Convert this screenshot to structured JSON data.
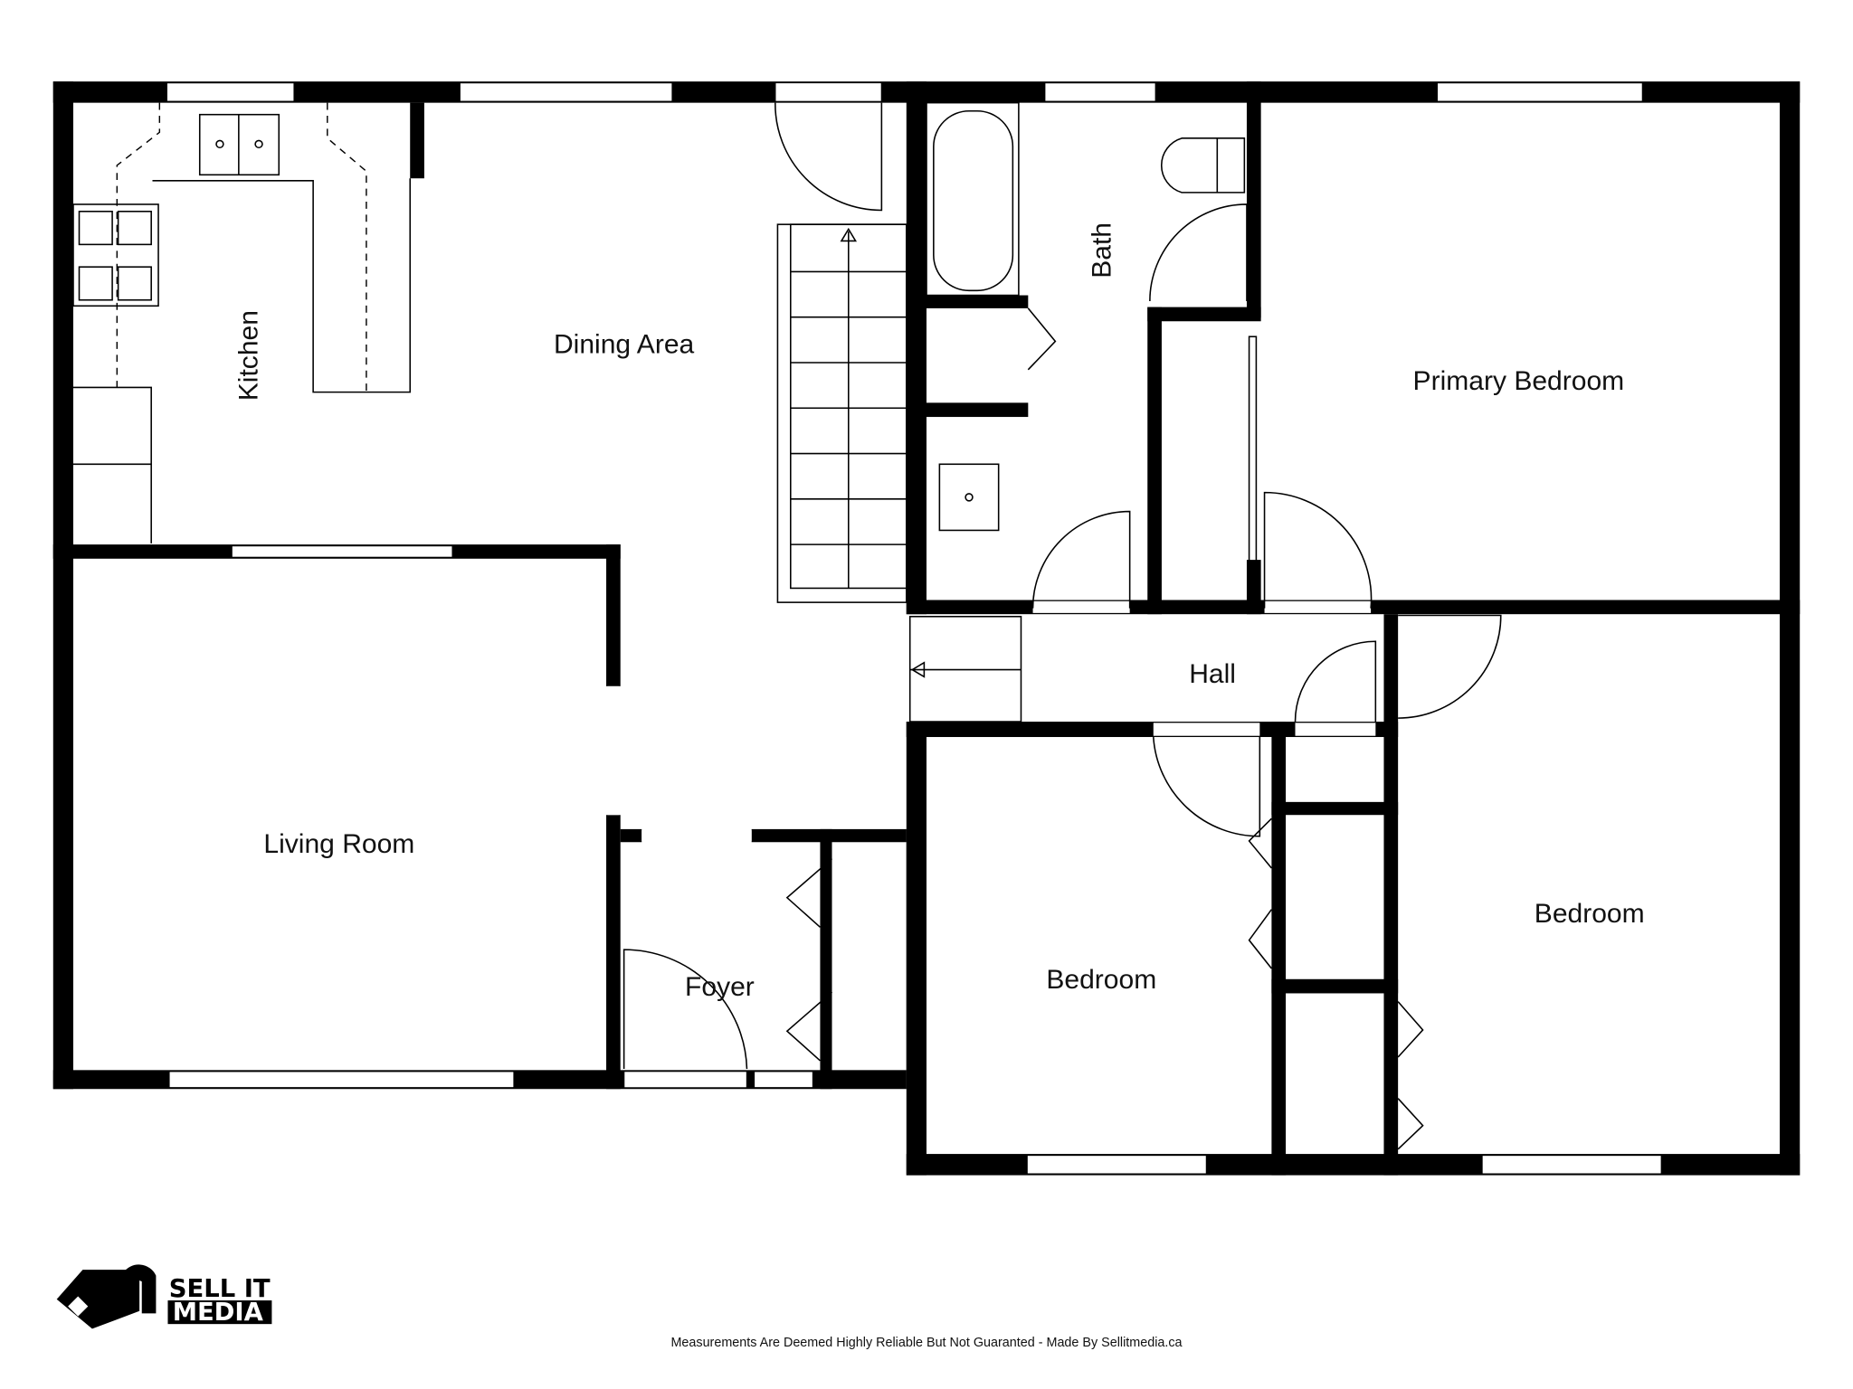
{
  "rooms": {
    "kitchen": "Kitchen",
    "dining": "Dining Area",
    "bath": "Bath",
    "primary_bedroom": "Primary Bedroom",
    "hall": "Hall",
    "living_room": "Living Room",
    "foyer": "Foyer",
    "bedroom_1": "Bedroom",
    "bedroom_2": "Bedroom"
  },
  "logo": {
    "line1": "SELL IT",
    "line2": "MEDIA"
  },
  "footer": "Measurements Are Deemed Highly Reliable But Not Guaranted - Made By Sellitmedia.ca",
  "colors": {
    "wall": "#000000",
    "background": "#ffffff"
  }
}
